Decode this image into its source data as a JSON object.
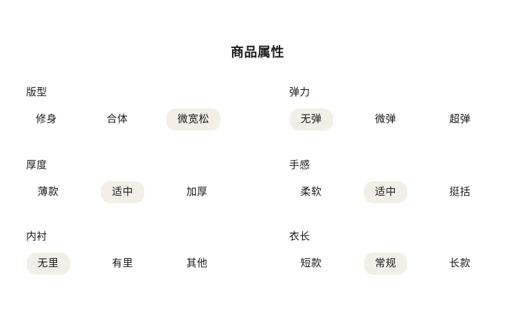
{
  "panel": {
    "title": "商品属性"
  },
  "groups": [
    {
      "name": "fit",
      "label": "版型",
      "options": [
        {
          "label": "修身",
          "selected": false
        },
        {
          "label": "合体",
          "selected": false
        },
        {
          "label": "微宽松",
          "selected": true
        }
      ]
    },
    {
      "name": "elasticity",
      "label": "弹力",
      "options": [
        {
          "label": "无弹",
          "selected": true
        },
        {
          "label": "微弹",
          "selected": false
        },
        {
          "label": "超弹",
          "selected": false
        }
      ]
    },
    {
      "name": "thickness",
      "label": "厚度",
      "options": [
        {
          "label": "薄款",
          "selected": false
        },
        {
          "label": "适中",
          "selected": true
        },
        {
          "label": "加厚",
          "selected": false
        }
      ]
    },
    {
      "name": "handfeel",
      "label": "手感",
      "options": [
        {
          "label": "柔软",
          "selected": false
        },
        {
          "label": "适中",
          "selected": true
        },
        {
          "label": "挺括",
          "selected": false
        }
      ]
    },
    {
      "name": "lining",
      "label": "内衬",
      "options": [
        {
          "label": "无里",
          "selected": true
        },
        {
          "label": "有里",
          "selected": false
        },
        {
          "label": "其他",
          "selected": false
        }
      ]
    },
    {
      "name": "length",
      "label": "衣长",
      "options": [
        {
          "label": "短款",
          "selected": false
        },
        {
          "label": "常规",
          "selected": true
        },
        {
          "label": "长款",
          "selected": false
        }
      ]
    }
  ],
  "colors": {
    "background": "#ffffff",
    "text": "#1a1a1a",
    "selected_pill": "#f2efe8"
  }
}
